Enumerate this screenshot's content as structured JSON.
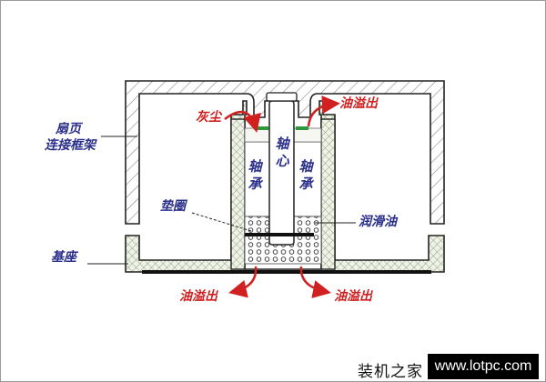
{
  "labels": {
    "fan_blade_frame_line1": "扇页",
    "fan_blade_frame_line2": "连接框架",
    "base": "基座",
    "dust": "灰尘",
    "oil_overflow_top": "油溢出",
    "shaft": "轴心",
    "bearing_left": "轴承",
    "bearing_right": "轴承",
    "washer": "垫圈",
    "lubricant": "润滑油",
    "oil_overflow_bottom_left": "油溢出",
    "oil_overflow_bottom_right": "油溢出"
  },
  "watermark": {
    "name": "装机之家",
    "url": "www.lotpc.com"
  },
  "colors": {
    "label_blue": "#2a2f8a",
    "label_red": "#d02020",
    "hatch_fill": "#eef3e6",
    "dust_green": "#2c9a3a"
  }
}
